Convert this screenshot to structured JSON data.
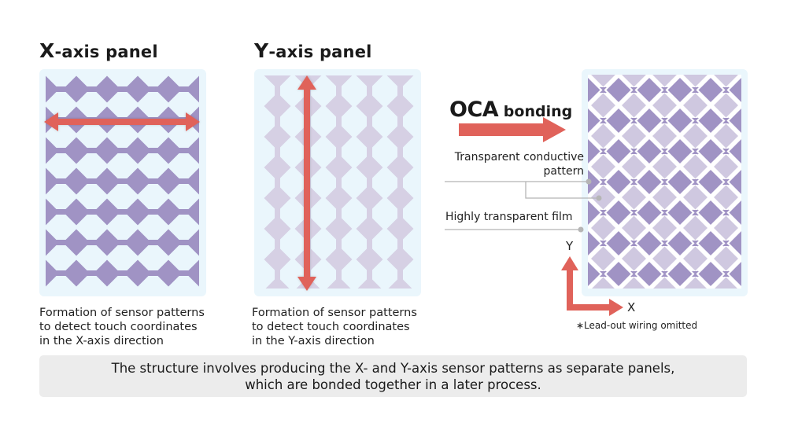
{
  "colors": {
    "panel_bg": "#eaf6fc",
    "x_pattern": "#a093c4",
    "y_pattern": "#d6d0e4",
    "y_pattern_combined": "#cfc8e0",
    "arrow": "#e0625a",
    "leader_line": "#b5b5b5",
    "summary_bg": "#ececec"
  },
  "x_panel": {
    "title_initial": "X",
    "title_rest": "-axis panel",
    "caption": [
      "Formation of sensor patterns",
      "to detect touch coordinates",
      "in the X-axis direction"
    ],
    "pattern": {
      "rows": 7,
      "columns": 5,
      "orientation": "horizontal"
    },
    "arrow": "double-headed horizontal arrow"
  },
  "y_panel": {
    "title_initial": "Y",
    "title_rest": "-axis panel",
    "caption": [
      "Formation of sensor patterns",
      "to detect touch coordinates",
      "in the Y-axis direction"
    ],
    "pattern": {
      "rows": 7,
      "columns": 5,
      "orientation": "vertical"
    },
    "arrow": "double-headed vertical arrow"
  },
  "bonding": {
    "title_big": "OCA",
    "title_small": " bonding",
    "arrow": "right arrow"
  },
  "combined_panel": {
    "labels": {
      "conductive_pattern": [
        "Transparent conductive",
        "pattern"
      ],
      "film": "Highly transparent film"
    },
    "axes": {
      "x": "X",
      "y": "Y"
    },
    "note": "∗Lead-out wiring omitted"
  },
  "summary": {
    "lines": [
      "The structure involves producing the X- and Y-axis sensor patterns as separate panels,",
      "which are bonded together in a later process."
    ]
  }
}
